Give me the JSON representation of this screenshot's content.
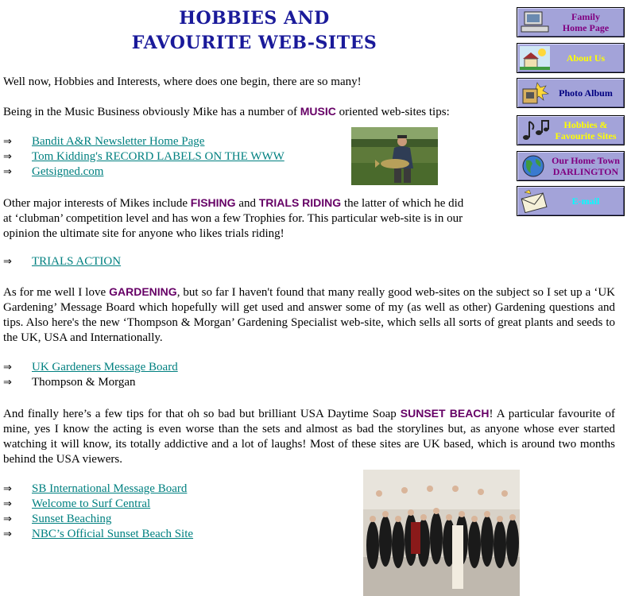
{
  "page": {
    "title_line1": "HOBBIES AND",
    "title_line2": "FAVOURITE WEB-SITES"
  },
  "intro": "Well now, Hobbies and Interests, where does one begin, there are so many!",
  "music": {
    "pre": "Being in the Music Business obviously Mike has a number of ",
    "hl": "MUSIC",
    "post": " oriented web-sites tips:",
    "links": [
      "Bandit A&R Newsletter Home Page",
      "Tom Kidding's RECORD LABELS ON THE WWW",
      "Getsigned.com"
    ]
  },
  "fishing": {
    "t1": "Other major interests of Mikes include ",
    "hl1": "FISHING",
    "t2": " and ",
    "hl2": "TRIALS RIDING",
    "t3": " the latter of which he did at ‘clubman’ competition level and has won a few Trophies for.  This particular web-site is in our opinion the ultimate site for anyone who likes trials riding!",
    "links": [
      "TRIALS ACTION"
    ]
  },
  "gardening": {
    "t1": "As for me well I love ",
    "hl": "GARDENING",
    "t2": ", but so far I haven't found that many really good web-sites on the subject so I set up a ‘UK Gardening’ Message Board which hopefully will get used and answer some of my (as well as other) Gardening questions and tips.  Also here's the new ‘Thompson & Morgan’ Gardening Specialist web-site, which sells all sorts of great plants and seeds to the UK, USA and Internationally.",
    "link": "UK Gardeners Message Board",
    "plain": "Thompson & Morgan"
  },
  "sunset": {
    "t1": "And finally here’s a few tips for that oh so bad but brilliant USA Daytime Soap ",
    "hl": "SUNSET BEACH",
    "t2": "!  A particular favourite of mine, yes I know the acting is even worse than the sets and almost as bad the storylines but, as anyone whose ever started watching it will know, its totally addictive and a lot of laughs!  Most of these sites are UK based, which is around two months behind the USA viewers.",
    "links": [
      "SB International Message Board",
      "Welcome to Surf Central",
      "Sunset Beaching",
      "NBC’s Official Sunset Beach Site"
    ]
  },
  "arrow": "⇒",
  "nav": [
    {
      "line1": "Family",
      "line2": "Home Page",
      "color": "#800080",
      "icon": "computer-icon"
    },
    {
      "line1": "About Us",
      "line2": "",
      "color": "#ffff00",
      "icon": "house-icon"
    },
    {
      "line1": "Photo Album",
      "line2": "",
      "color": "#000080",
      "icon": "camera-icon"
    },
    {
      "line1": "Hobbies &",
      "line2": "Favourite Sites",
      "color": "#ffff00",
      "icon": "music-notes-icon"
    },
    {
      "line1": "Our Home Town",
      "line2": "DARLINGTON",
      "color": "#800080",
      "icon": "globe-icon"
    },
    {
      "line1": "E-mail",
      "line2": "",
      "color": "#00ffff",
      "icon": "envelope-icon"
    }
  ]
}
